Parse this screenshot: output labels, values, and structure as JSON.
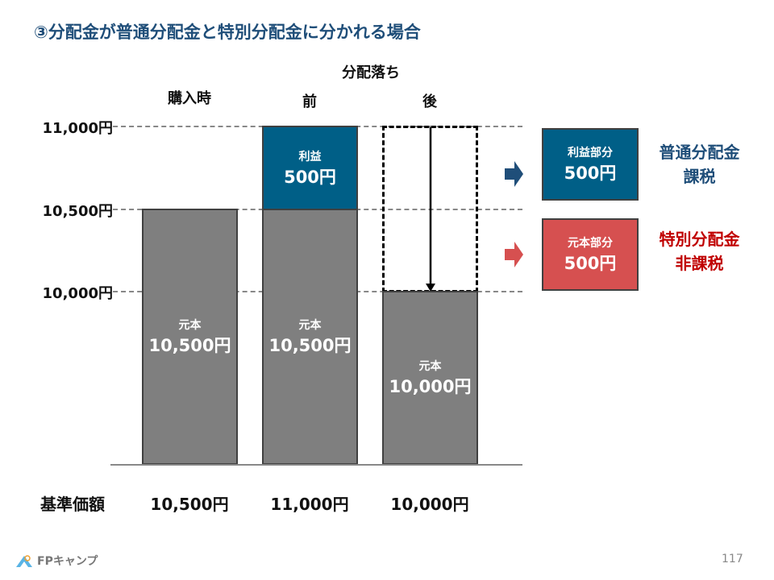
{
  "title": "③分配金が普通分配金と特別分配金に分かれる場合",
  "headers": {
    "distribution": "分配落ち",
    "purchase": "購入時",
    "before": "前",
    "after": "後"
  },
  "yticks": [
    "11,000円",
    "10,500円",
    "10,000円"
  ],
  "bars": [
    {
      "label": "元本",
      "value": "10,500円"
    },
    {
      "profit_label": "利益",
      "profit_value": "500円",
      "label": "元本",
      "value": "10,500円"
    },
    {
      "label": "元本",
      "value": "10,000円"
    }
  ],
  "boxes": [
    {
      "label": "利益部分",
      "value": "500円",
      "desc1": "普通分配金",
      "desc2": "課税",
      "color": "#005f87",
      "text_color": "#1f4e79"
    },
    {
      "label": "元本部分",
      "value": "500円",
      "desc1": "特別分配金",
      "desc2": "非課税",
      "color": "#d65050",
      "text_color": "#c00000"
    }
  ],
  "bottom": {
    "label": "基準価額",
    "values": [
      "10,500円",
      "11,000円",
      "10,000円"
    ]
  },
  "footer": {
    "logo": "FPキャンプ",
    "page": "117"
  }
}
